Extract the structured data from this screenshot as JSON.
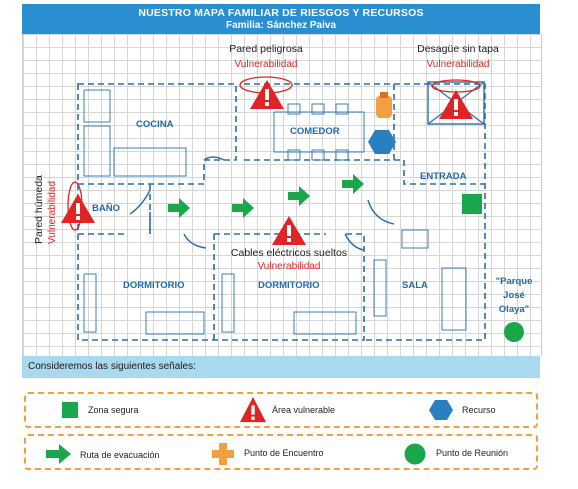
{
  "header": {
    "title": "NUESTRO MAPA FAMILIAR DE RIESGOS Y RECURSOS",
    "family": "Familia: Sánchez Paiva"
  },
  "rooms": {
    "cocina": "COCINA",
    "comedor": "COMEDOR",
    "entrada": "ENTRADA",
    "bano": "BAÑO",
    "dormitorio_1": "DORMITORIO",
    "dormitorio_2": "DORMITORIO",
    "sala": "SALA"
  },
  "hazards": {
    "pared_peligrosa": {
      "label": "Pared peligrosa",
      "tag": "Vulnerabilidad"
    },
    "desague": {
      "label": "Desagüe sin tapa",
      "tag": "Vulnerabilidad"
    },
    "pared_humeda": {
      "label": "Pared húmeda",
      "tag": "Vulnerabilidad"
    },
    "cables": {
      "label": "Cables eléctricos sueltos",
      "tag": "Vulnerabilidad"
    }
  },
  "meeting_point": {
    "line1": "\"Parque",
    "line2": "José",
    "line3": "Olaya\""
  },
  "consider": "Consideremos las siguientes señales:",
  "legend": {
    "zona_segura": "Zona segura",
    "area_vulnerable": "Área vulnerable",
    "recurso": "Recurso",
    "ruta": "Ruta de evacuación",
    "punto_encuentro": "Punto de Encuentro",
    "punto_reunion": "Punto de Reunión"
  },
  "colors": {
    "header": "#2a8fd0",
    "wall": "#2b6ea8",
    "safe_zone": "#1aa64a",
    "hazard": "#e02424",
    "resource": "#2a7fc0",
    "meeting": "#f0a040",
    "legend_border": "#f0a040"
  }
}
